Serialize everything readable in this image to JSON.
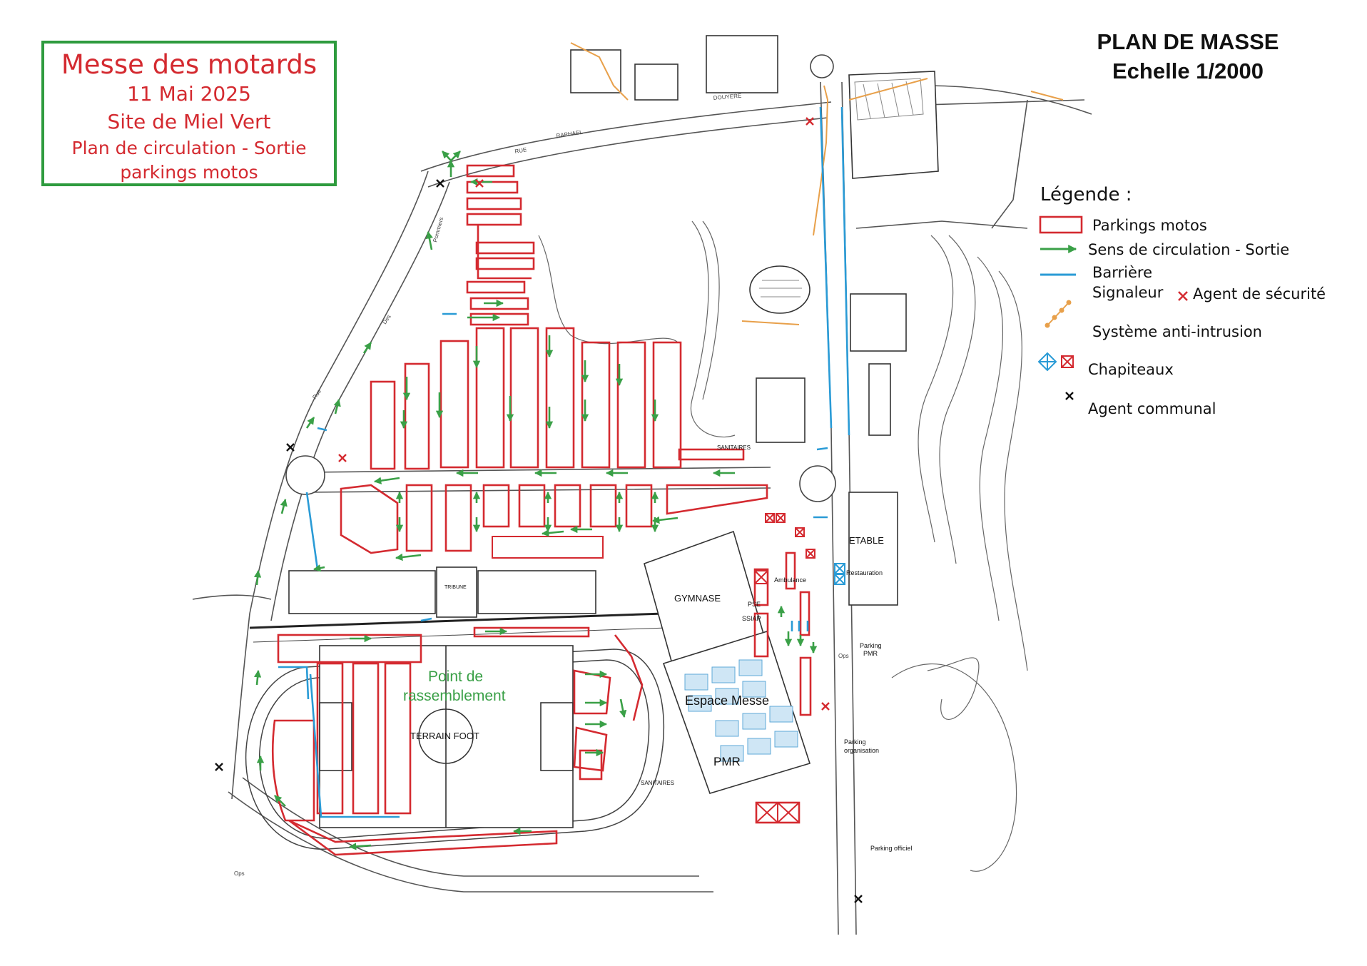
{
  "title_box": {
    "line1": "Messe des motards",
    "line2": "11 Mai 2025",
    "line3": "Site de Miel Vert",
    "line4": "Plan de circulation - Sortie",
    "line5": "parkings motos"
  },
  "plan_title": {
    "line1": "PLAN DE MASSE",
    "line2": "Echelle 1/2000"
  },
  "legend": {
    "title": "Légende :",
    "parking": "Parkings motos",
    "direction": "Sens de circulation - Sortie",
    "barrier": "Barrière",
    "signaleur": "Signaleur",
    "security": "Agent de sécurité",
    "anti_intrusion": "Système anti-intrusion",
    "chapiteaux": "Chapiteaux",
    "communal": "Agent communal"
  },
  "labels": {
    "gymnase": "GYMNASE",
    "etable": "ETABLE",
    "terrain": "TERRAIN FOOT",
    "point_line1": "Point de",
    "point_line2": "rassemblement",
    "espace_messe": "Espace Messe",
    "pmr": "PMR",
    "tribune": "TRIBUNE",
    "sanitaires_top": "SANITAIRES",
    "sanitaires_bottom": "SANITAIRES",
    "ambulance": "Ambulance",
    "pse": "PSE",
    "ssiap": "SSIAP",
    "restauration": "Restauration",
    "parking_pmr_1": "Parking",
    "parking_pmr_2": "PMR",
    "parking_org_1": "Parking",
    "parking_org_2": "organisation",
    "parking_officiel": "Parking officiel",
    "rue_des": "Rue",
    "rue_des2": "Des",
    "pommiers": "Pommiers",
    "rue_raphael": "RAPHAEL",
    "rue_label": "RUE",
    "douyere": "DOUYERE",
    "ops1": "Ops",
    "ops2": "Ops"
  },
  "colors": {
    "parking_red": "#d42a30",
    "arrow_green": "#3aa047",
    "barrier_blue": "#2a9bd6",
    "anti_intrusion_orange": "#e8a04a",
    "frame_green": "#2e9b3e",
    "plan_line": "#444444"
  },
  "icons": {
    "security": "red-x-icon",
    "communal": "black-x-icon",
    "chapiteau_blue": "blue-diamond-cross-icon",
    "chapiteau_red": "red-box-cross-icon"
  }
}
